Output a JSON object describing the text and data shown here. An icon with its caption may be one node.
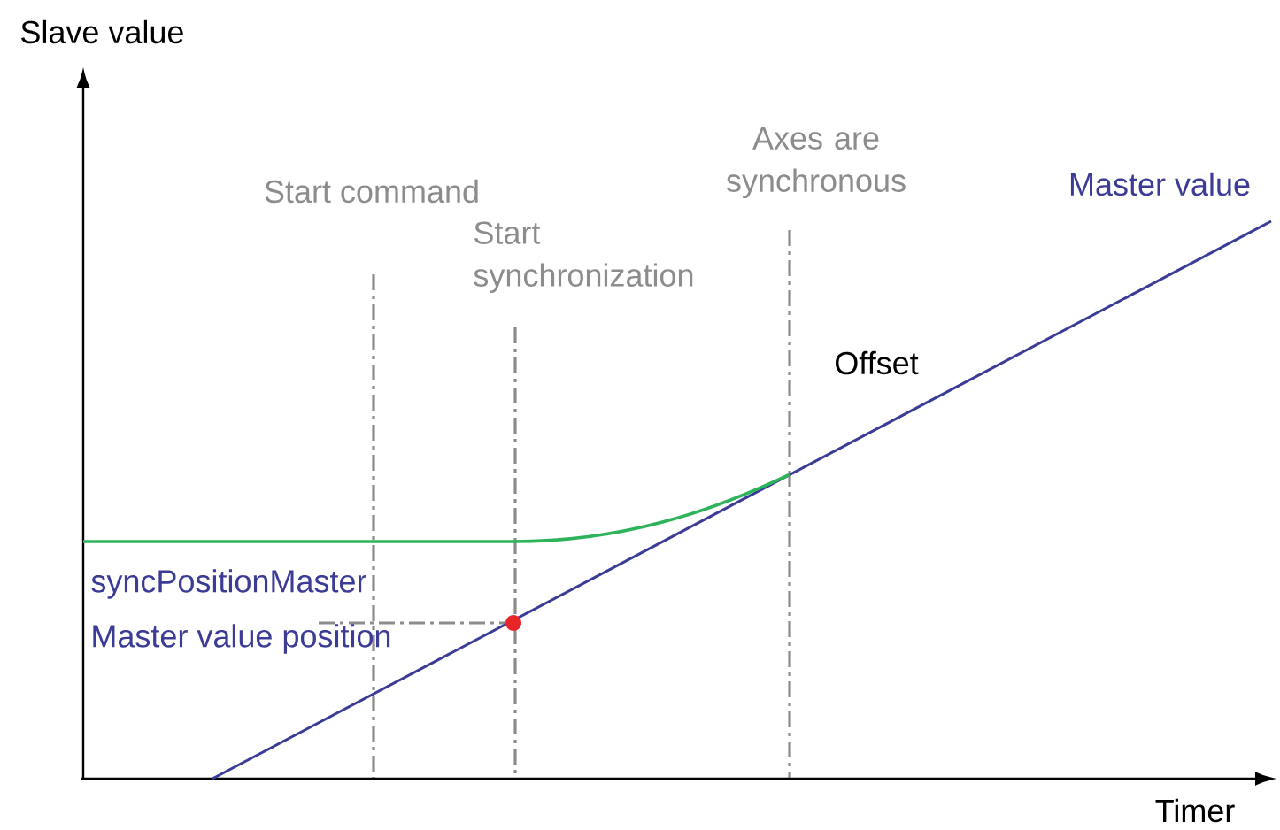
{
  "diagram": {
    "labels": [
      "Slave value",
      "Start command",
      "Axes are synchronous",
      "Master value",
      "Start synchronization",
      "Offset",
      "syncPositionMaster",
      "Master value position",
      "Timer"
    ]
  }
}
